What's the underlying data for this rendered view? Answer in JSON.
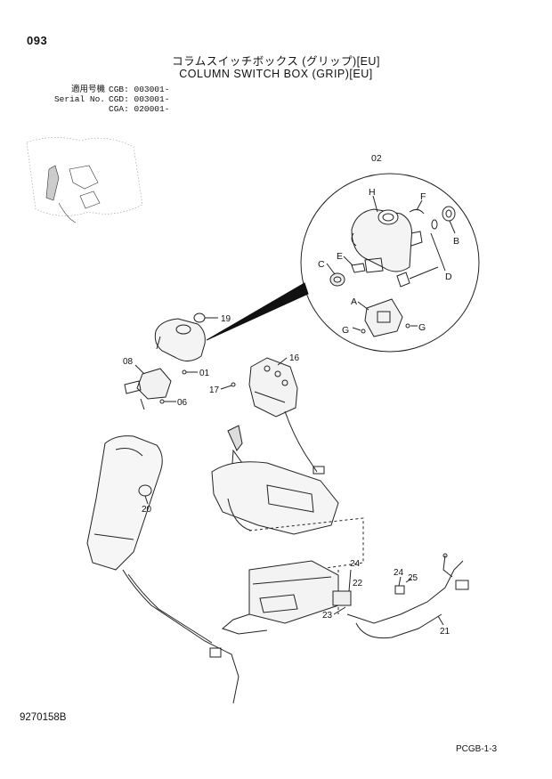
{
  "header": {
    "page_number": "093",
    "title_jp": "コラムスイッチボックス (グリップ)[EU]",
    "title_en": "COLUMN SWITCH BOX (GRIP)[EU]"
  },
  "serial_info": {
    "label_jp": "適用号機",
    "label_en": "Serial No.",
    "rows": [
      "CGB: 003001-",
      "CGD: 003001-",
      "CGA: 020001-"
    ]
  },
  "callouts": {
    "c02": "02",
    "cH": "H",
    "cF": "F",
    "cB": "B",
    "cC": "C",
    "cE": "E",
    "cD": "D",
    "cA": "A",
    "cG1": "G",
    "cG2": "G",
    "c19": "19",
    "c08": "08",
    "c01": "01",
    "c16": "16",
    "c17": "17",
    "c06": "06",
    "c20": "20",
    "c24a": "24",
    "c22": "22",
    "c24b": "24",
    "c25": "25",
    "c23": "23",
    "c21": "21"
  },
  "footer": {
    "document_number": "9270158B",
    "page_reference": "PCGB-1-3"
  }
}
